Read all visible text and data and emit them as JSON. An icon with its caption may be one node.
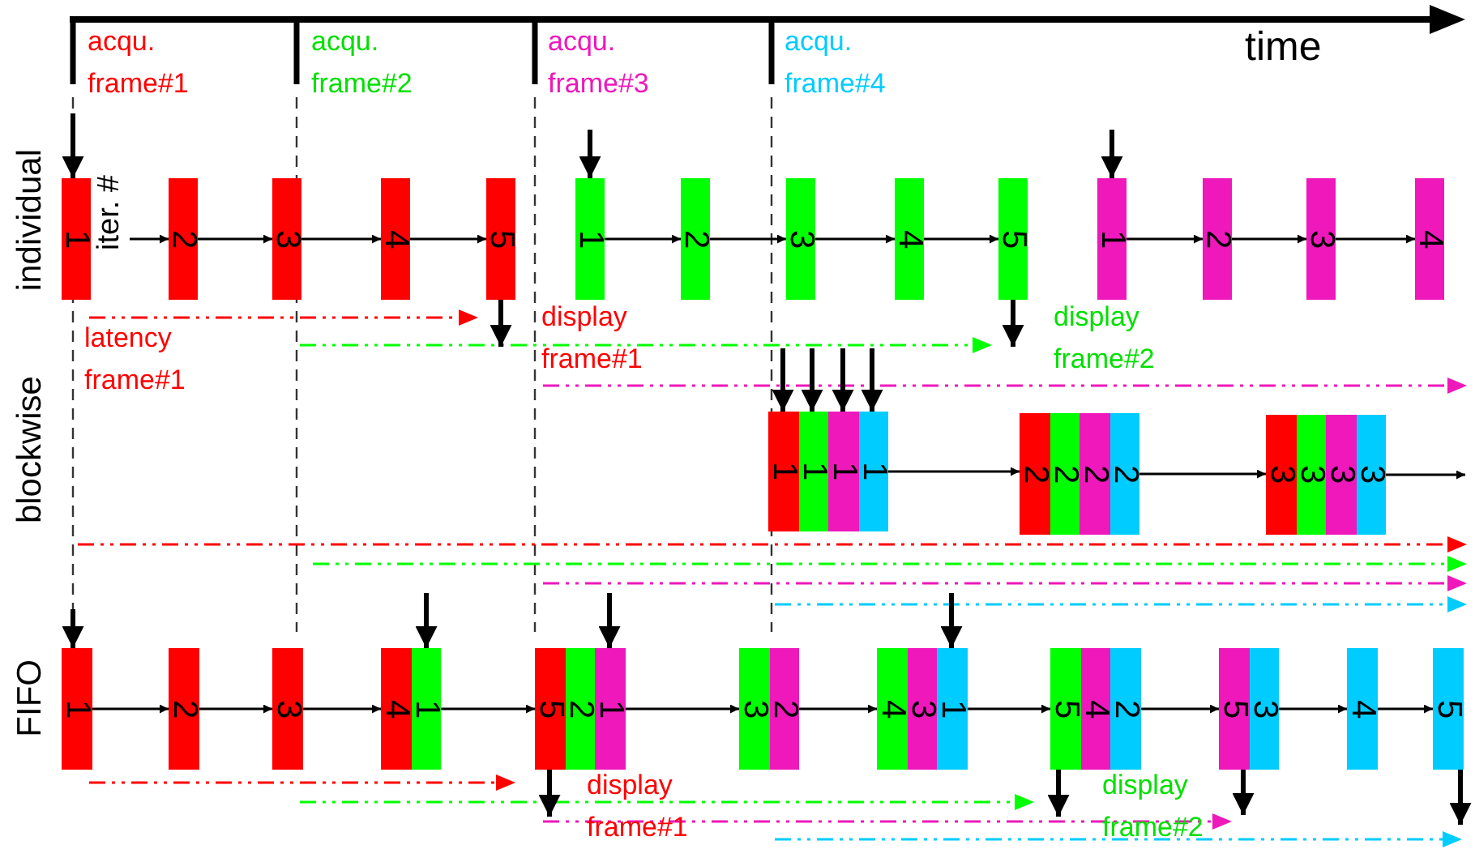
{
  "diagram": {
    "nodes": [
      {
        "text": [
          "1"
        ]
      },
      {
        "text": [
          "2"
        ]
      },
      {
        "text": [
          "3"
        ]
      },
      {
        "text": [
          "4"
        ]
      },
      {
        "text": [
          "5"
        ]
      },
      {
        "text": [
          "1"
        ]
      },
      {
        "text": [
          "2"
        ]
      },
      {
        "text": [
          "3"
        ]
      },
      {
        "text": [
          "4"
        ]
      },
      {
        "text": [
          "5"
        ]
      },
      {
        "text": [
          "1"
        ]
      },
      {
        "text": [
          "2"
        ]
      },
      {
        "text": [
          "3"
        ]
      },
      {
        "text": [
          "4"
        ]
      },
      {
        "text": [
          "1"
        ]
      },
      {
        "text": [
          "1"
        ]
      },
      {
        "text": [
          "1"
        ]
      },
      {
        "text": [
          "1"
        ]
      },
      {
        "text": [
          "2"
        ]
      },
      {
        "text": [
          "2"
        ]
      },
      {
        "text": [
          "2"
        ]
      },
      {
        "text": [
          "2"
        ]
      },
      {
        "text": [
          "3"
        ]
      },
      {
        "text": [
          "3"
        ]
      },
      {
        "text": [
          "3"
        ]
      },
      {
        "text": [
          "3"
        ]
      },
      {
        "text": [
          "1"
        ]
      },
      {
        "text": [
          "2"
        ]
      },
      {
        "text": [
          "3"
        ]
      },
      {
        "text": [
          "4"
        ]
      },
      {
        "text": [
          "1"
        ]
      },
      {
        "text": [
          "5"
        ]
      },
      {
        "text": [
          "2"
        ]
      },
      {
        "text": [
          "1"
        ]
      },
      {
        "text": [
          "3"
        ]
      },
      {
        "text": [
          "2"
        ]
      },
      {
        "text": [
          "4"
        ]
      },
      {
        "text": [
          "3"
        ]
      },
      {
        "text": [
          "1"
        ]
      },
      {
        "text": [
          "5"
        ]
      },
      {
        "text": [
          "4"
        ]
      },
      {
        "text": [
          "2"
        ]
      },
      {
        "text": [
          "5"
        ]
      },
      {
        "text": [
          "3"
        ]
      },
      {
        "text": [
          "4"
        ]
      },
      {
        "text": [
          "5"
        ]
      }
    ],
    "edges": [
      {
        "from": 0,
        "to": 1,
        "arrow": "to"
      },
      {
        "from": 1,
        "to": 2,
        "arrow": "to"
      },
      {
        "from": 2,
        "to": 3,
        "arrow": "to"
      },
      {
        "from": 3,
        "to": 4,
        "arrow": "to"
      },
      {
        "from": 5,
        "to": 6,
        "arrow": "to"
      },
      {
        "from": 6,
        "to": 7,
        "arrow": "to"
      },
      {
        "from": 7,
        "to": 8,
        "arrow": "to"
      },
      {
        "from": 8,
        "to": 9,
        "arrow": "to"
      },
      {
        "from": 10,
        "to": 11,
        "arrow": "to"
      },
      {
        "from": 11,
        "to": 12,
        "arrow": "to"
      },
      {
        "from": 12,
        "to": 13,
        "arrow": "to"
      },
      {
        "from": null,
        "to": 0,
        "arrow": "to",
        "style": "thick"
      },
      {
        "from": null,
        "to": 5,
        "arrow": "to",
        "style": "thick"
      },
      {
        "from": null,
        "to": 10,
        "arrow": "to",
        "style": "thick"
      },
      {
        "from": 4,
        "to": null,
        "arrow": "to",
        "style": "thick"
      },
      {
        "from": 9,
        "to": null,
        "arrow": "to",
        "style": "thick"
      },
      {
        "from": null,
        "to": 14,
        "arrow": "to",
        "style": "thick"
      },
      {
        "from": null,
        "to": 15,
        "arrow": "to",
        "style": "thick"
      },
      {
        "from": null,
        "to": 16,
        "arrow": "to",
        "style": "thick"
      },
      {
        "from": null,
        "to": 17,
        "arrow": "to",
        "style": "thick"
      },
      {
        "from": 17,
        "to": 18,
        "arrow": "to"
      },
      {
        "from": 21,
        "to": 22,
        "arrow": "to"
      },
      {
        "from": 25,
        "to": null,
        "arrow": "to"
      },
      {
        "from": 26,
        "to": 27,
        "arrow": "to"
      },
      {
        "from": 27,
        "to": 28,
        "arrow": "to"
      },
      {
        "from": 28,
        "to": 29,
        "arrow": "to"
      },
      {
        "from": 30,
        "to": 31,
        "arrow": "to"
      },
      {
        "from": 33,
        "to": 34,
        "arrow": "to"
      },
      {
        "from": 35,
        "to": 36,
        "arrow": "to"
      },
      {
        "from": 38,
        "to": 39,
        "arrow": "to"
      },
      {
        "from": 41,
        "to": 42,
        "arrow": "to"
      },
      {
        "from": 43,
        "to": 44,
        "arrow": "to"
      },
      {
        "from": 44,
        "to": 45,
        "arrow": "to"
      },
      {
        "from": null,
        "to": 26,
        "arrow": "to",
        "style": "thick"
      },
      {
        "from": null,
        "to": 30,
        "arrow": "to",
        "style": "thick"
      },
      {
        "from": null,
        "to": 33,
        "arrow": "to",
        "style": "thick"
      },
      {
        "from": null,
        "to": 38,
        "arrow": "to",
        "style": "thick"
      },
      {
        "from": 31,
        "to": null,
        "arrow": "to",
        "style": "thick"
      },
      {
        "from": 39,
        "to": null,
        "arrow": "to",
        "style": "thick"
      },
      {
        "from": 42,
        "to": null,
        "arrow": "to",
        "style": "thick"
      },
      {
        "from": 45,
        "to": null,
        "arrow": "to",
        "style": "thick"
      }
    ],
    "labels": [
      "acqu. frame#1",
      "acqu. frame#2",
      "acqu. frame#3",
      "acqu. frame#4",
      "time",
      "individual",
      "iter. #",
      "latency frame#1",
      "display frame#1",
      "display frame#2",
      "blockwise",
      "FIFO",
      "display frame#1",
      "display frame#2"
    ]
  }
}
